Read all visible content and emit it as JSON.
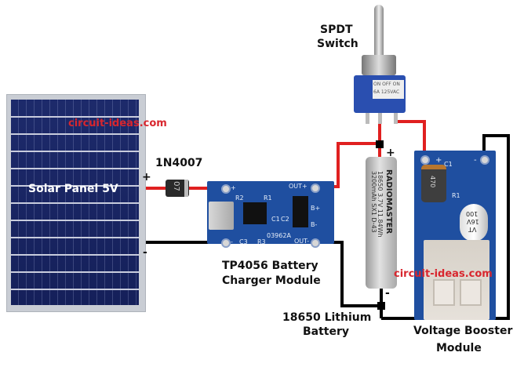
{
  "diagram": {
    "type": "circuit",
    "components": {
      "solar_panel": {
        "label": "Solar Panel 5V",
        "plus": "+",
        "minus": "-"
      },
      "diode": {
        "label": "1N4007",
        "marking": "07"
      },
      "charger": {
        "label_line1": "TP4056 Battery",
        "label_line2": "Charger Module",
        "silk": {
          "plus": "+",
          "minus": "-",
          "out_plus": "OUT+",
          "out_minus": "OUT-",
          "b_plus": "B+",
          "b_minus": "B-",
          "r1": "R1",
          "r2": "R2",
          "r3": "R3",
          "c1": "C1",
          "c2": "C2",
          "c3": "C3",
          "chip": "03962A"
        }
      },
      "switch": {
        "label_line1": "SPDT",
        "label_line2": "Switch",
        "marking_line1": "ON OFF ON",
        "marking_line2": "6A 125VAC"
      },
      "battery": {
        "label_line1": "18650 Lithium",
        "label_line2": "Battery",
        "brand": "RADIOMASTER",
        "spec_line1": "18650  3.7V  11.84Wh",
        "spec_line2": "3200mAh  SX1 D-43",
        "plus": "+",
        "minus": "-"
      },
      "booster": {
        "label_line1": "Voltage Booster",
        "label_line2": "Module",
        "silk": {
          "plus": "+",
          "minus": "-",
          "c1": "C1",
          "r1": "R1",
          "inductor": "470",
          "cap_line1": "100",
          "cap_line2": "16V",
          "cap_line3": "VT"
        }
      }
    },
    "watermarks": [
      "circuit-ideas.com",
      "circuit-ideas.com"
    ],
    "colors": {
      "positive_wire": "#e02020",
      "negative_wire": "#000000",
      "pcb": "#1f4fa0",
      "watermark": "#d8262e"
    }
  }
}
